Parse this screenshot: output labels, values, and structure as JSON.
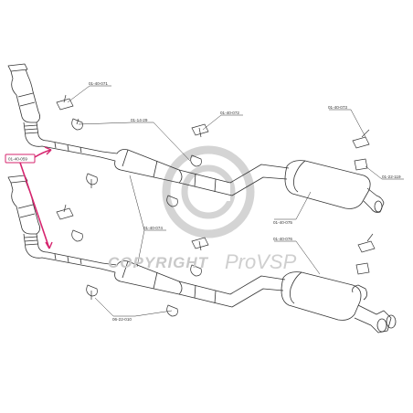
{
  "labels": {
    "p1": "01-40-071",
    "p2": "01-14-29",
    "p3": "01-40-072",
    "p4": "01-40-073",
    "p5": "01-22-119",
    "p6": "01-40-075",
    "p7": "01-40-074",
    "p8": "01-40-076",
    "p9": "06-22-010",
    "p10": "01-40-059"
  },
  "watermark": {
    "copyright": "COPYRIGHT",
    "brand": "ProVSP"
  },
  "colors": {
    "line": "#333333",
    "highlight": "#d6246e",
    "watermark": "#c9c9c9"
  }
}
